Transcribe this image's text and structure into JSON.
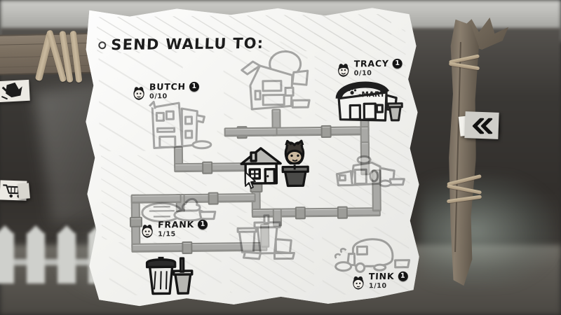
{
  "window": {
    "title": "Send Wallu to:"
  },
  "header": {
    "bullet_icon": "circle-bullet-icon",
    "title": "Send Wallu to:"
  },
  "back_button": {
    "icon": "double-chevron-left-icon",
    "label": "«"
  },
  "map": {
    "name": "send-wallu-map",
    "center_node": {
      "name": "player-house-node",
      "icon": "house-with-character-icon",
      "state": "current"
    },
    "nodes": [
      {
        "id": "butch",
        "icon": "apartment-building-icon",
        "state": "locked",
        "has_label": true
      },
      {
        "id": "tree-house",
        "icon": "broken-house-with-tree-icon",
        "state": "locked",
        "has_label": false
      },
      {
        "id": "tracy",
        "icon": "mart-store-icon",
        "state": "active",
        "has_label": true,
        "sign_text": "-MART"
      },
      {
        "id": "junkpile",
        "icon": "junk-pile-icon",
        "state": "locked",
        "has_label": false
      },
      {
        "id": "frank",
        "icon": "manhole-cover-icon",
        "state": "locked",
        "has_label": true
      },
      {
        "id": "trashpile",
        "icon": "trash-pile-icon",
        "state": "locked",
        "has_label": false
      },
      {
        "id": "trashcan",
        "icon": "trash-can-and-bucket-icon",
        "state": "active",
        "has_label": false
      },
      {
        "id": "tink",
        "icon": "trailer-caravan-icon",
        "state": "locked",
        "has_label": true
      }
    ],
    "destinations": [
      {
        "name": "Butch",
        "badge": "1",
        "count": "0/10",
        "portrait": "butch-portrait-icon"
      },
      {
        "name": "Tracy",
        "badge": "1",
        "count": "0/10",
        "portrait": "tracy-portrait-icon"
      },
      {
        "name": "Frank",
        "badge": "1",
        "count": "1/15",
        "portrait": "frank-portrait-icon"
      },
      {
        "name": "Tink",
        "badge": "1",
        "count": "1/10",
        "portrait": "tink-portrait-icon"
      }
    ]
  },
  "cursor": {
    "icon": "mouse-pointer-icon"
  },
  "colors": {
    "paper": "#f4f4f1",
    "ink": "#1c1c1c",
    "pipe": "#a9a9a6",
    "pipe_outline": "#8c8c88",
    "badge_bg": "#141414",
    "locked_opacity": "0.40",
    "background": "#332f2c",
    "wood": "#7a6e5f"
  }
}
